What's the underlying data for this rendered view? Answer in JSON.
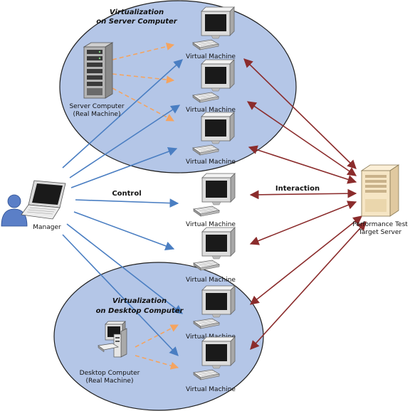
{
  "groups": {
    "server": {
      "title_line1": "Virtualization",
      "title_line2": "on Server Computer",
      "machine_line1": "Server Computer",
      "machine_line2": "(Real Machine)"
    },
    "desktop": {
      "title_line1": "Virtualization",
      "title_line2": "on Desktop Computer",
      "machine_line1": "Desktop Computer",
      "machine_line2": "(Real Machine)"
    }
  },
  "manager": {
    "label": "Manager"
  },
  "target": {
    "line1": "Performance Test",
    "line2": "Target Server"
  },
  "edge_labels": {
    "control": "Control",
    "interaction": "Interaction"
  },
  "virtual_machines": [
    {
      "label": "Virtual Machine"
    },
    {
      "label": "Virtual Machine"
    },
    {
      "label": "Virtual Machine"
    },
    {
      "label": "Virtual Machine"
    },
    {
      "label": "Virtual Machine"
    },
    {
      "label": "Virtual Machine"
    },
    {
      "label": "Virtual Machine"
    }
  ],
  "colors": {
    "ellipse_fill": "#b4c6e7",
    "ellipse_stroke": "#1f1f1f",
    "control_arrow": "#4a7ec2",
    "interaction_arrow": "#8b2c2c",
    "virtualization_arrow": "#f4a460"
  }
}
